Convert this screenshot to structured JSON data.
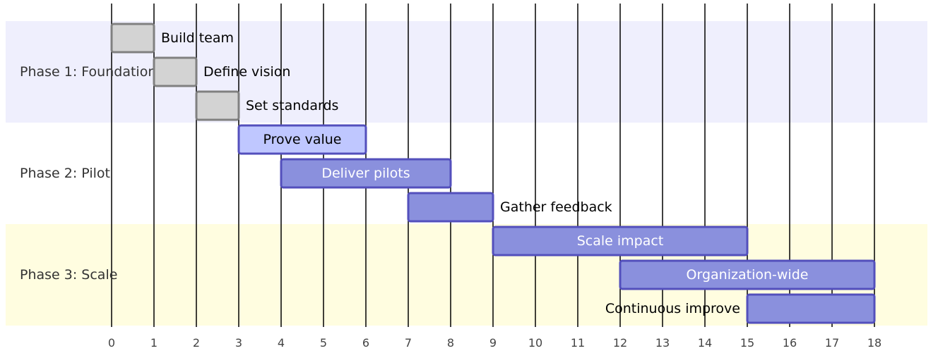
{
  "chart_data": {
    "type": "gantt",
    "x_range": [
      0,
      18
    ],
    "x_ticks": [
      0,
      1,
      2,
      3,
      4,
      5,
      6,
      7,
      8,
      9,
      10,
      11,
      12,
      13,
      14,
      15,
      16,
      17,
      18
    ],
    "grid": true,
    "sections": [
      {
        "name": "Phase 1: Foundation",
        "color": "#efeffd",
        "tasks": [
          {
            "label": "Build team",
            "start": 0,
            "end": 1,
            "status": "done",
            "label_position": "right"
          },
          {
            "label": "Define vision",
            "start": 1,
            "end": 2,
            "status": "done",
            "label_position": "right"
          },
          {
            "label": "Set standards",
            "start": 2,
            "end": 3,
            "status": "done",
            "label_position": "right"
          }
        ]
      },
      {
        "name": "Phase 2: Pilot",
        "color": "#ffffff",
        "tasks": [
          {
            "label": "Prove value",
            "start": 3,
            "end": 6,
            "status": "active",
            "label_position": "inside"
          },
          {
            "label": "Deliver pilots",
            "start": 4,
            "end": 8,
            "status": "normal",
            "label_position": "inside"
          },
          {
            "label": "Gather feedback",
            "start": 7,
            "end": 9,
            "status": "normal",
            "label_position": "right"
          }
        ]
      },
      {
        "name": "Phase 3: Scale",
        "color": "#fffde0",
        "tasks": [
          {
            "label": "Scale impact",
            "start": 9,
            "end": 15,
            "status": "normal",
            "label_position": "inside"
          },
          {
            "label": "Organization-wide",
            "start": 12,
            "end": 18,
            "status": "normal",
            "label_position": "inside"
          },
          {
            "label": "Continuous improve",
            "start": 15,
            "end": 18,
            "status": "normal",
            "label_position": "left"
          }
        ]
      }
    ]
  },
  "colors": {
    "done_fill": "#d3d3d3",
    "done_stroke": "#808080",
    "active_fill": "#bfc7ff",
    "active_stroke": "#534fbc",
    "normal_fill": "#8a90dd",
    "normal_stroke": "#534fbc",
    "grid": "#000000",
    "text_dark": "#000000",
    "text_light": "#ffffff"
  }
}
